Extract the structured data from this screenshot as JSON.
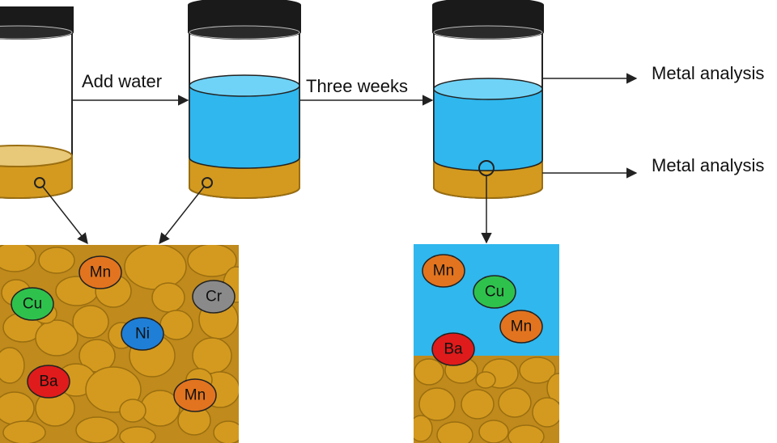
{
  "labels": {
    "add_water": "Add water",
    "three_weeks": "Three weeks",
    "analysis_water": "Metal analysis",
    "analysis_sediment": "Metal analysis"
  },
  "colors": {
    "sediment": "#d49a1f",
    "sediment_surface": "#e8c879",
    "sediment_outline": "#9a6e10",
    "water": "#2fb7ee",
    "water_top": "#6fd3f7",
    "lid": "#1a1a1a",
    "outline": "#222222"
  },
  "zoom_left": {
    "ions": [
      {
        "symbol": "Mn",
        "color": "#e2741f"
      },
      {
        "symbol": "Cr",
        "color": "#8a8a8a"
      },
      {
        "symbol": "Cu",
        "color": "#2ec24d"
      },
      {
        "symbol": "Ni",
        "color": "#1f7fd6"
      },
      {
        "symbol": "Ba",
        "color": "#e01b1b"
      },
      {
        "symbol": "Mn",
        "color": "#e2741f"
      }
    ]
  },
  "zoom_right": {
    "ions": [
      {
        "symbol": "Mn",
        "color": "#e2741f"
      },
      {
        "symbol": "Cu",
        "color": "#2ec24d"
      },
      {
        "symbol": "Mn",
        "color": "#e2741f"
      },
      {
        "symbol": "Ba",
        "color": "#e01b1b"
      }
    ]
  }
}
